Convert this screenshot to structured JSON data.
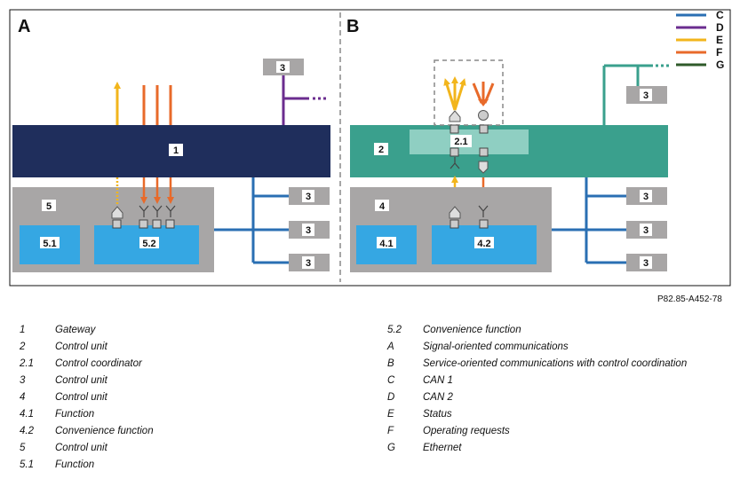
{
  "panels": {
    "a_label": "A",
    "b_label": "B"
  },
  "boxes": {
    "gateway": "1",
    "cu_b": "2",
    "coordinator": "2.1",
    "cu3": "3",
    "cu_b4": "4",
    "func41": "4.1",
    "conv42": "4.2",
    "cu_a5": "5",
    "func51": "5.1",
    "conv52": "5.2"
  },
  "legend": [
    {
      "letter": "C",
      "color": "#2a6fb3"
    },
    {
      "letter": "D",
      "color": "#6b2d8f"
    },
    {
      "letter": "E",
      "color": "#f2b51c"
    },
    {
      "letter": "F",
      "color": "#e86a2a"
    },
    {
      "letter": "G",
      "color": "#2f5a2a"
    }
  ],
  "colors": {
    "gateway": "#1f2e5c",
    "control_unit_b": "#3aa08d",
    "coordinator": "#8fcfc2",
    "gray_unit": "#a8a6a6",
    "function_blue": "#35a7e3",
    "can1": "#2a6fb3",
    "can2": "#6b2d8f",
    "status": "#f2b51c",
    "requests": "#e86a2a",
    "teal_link": "#3aa08d"
  },
  "figure_id": "P82.85-A452-78",
  "key_left": [
    {
      "k": "1",
      "v": "Gateway"
    },
    {
      "k": "2",
      "v": "Control unit"
    },
    {
      "k": "2.1",
      "v": "Control coordinator"
    },
    {
      "k": "3",
      "v": "Control unit"
    },
    {
      "k": "4",
      "v": "Control unit"
    },
    {
      "k": "4.1",
      "v": "Function"
    },
    {
      "k": "4.2",
      "v": "Convenience function"
    },
    {
      "k": "5",
      "v": "Control unit"
    },
    {
      "k": "5.1",
      "v": "Function"
    }
  ],
  "key_right": [
    {
      "k": "5.2",
      "v": "Convenience function"
    },
    {
      "k": "A",
      "v": "Signal-oriented communications"
    },
    {
      "k": "B",
      "v": "Service-oriented communications with control coordination"
    },
    {
      "k": "C",
      "v": "CAN 1"
    },
    {
      "k": "D",
      "v": "CAN 2"
    },
    {
      "k": "E",
      "v": "Status"
    },
    {
      "k": "F",
      "v": "Operating requests"
    },
    {
      "k": "G",
      "v": "Ethernet"
    }
  ]
}
